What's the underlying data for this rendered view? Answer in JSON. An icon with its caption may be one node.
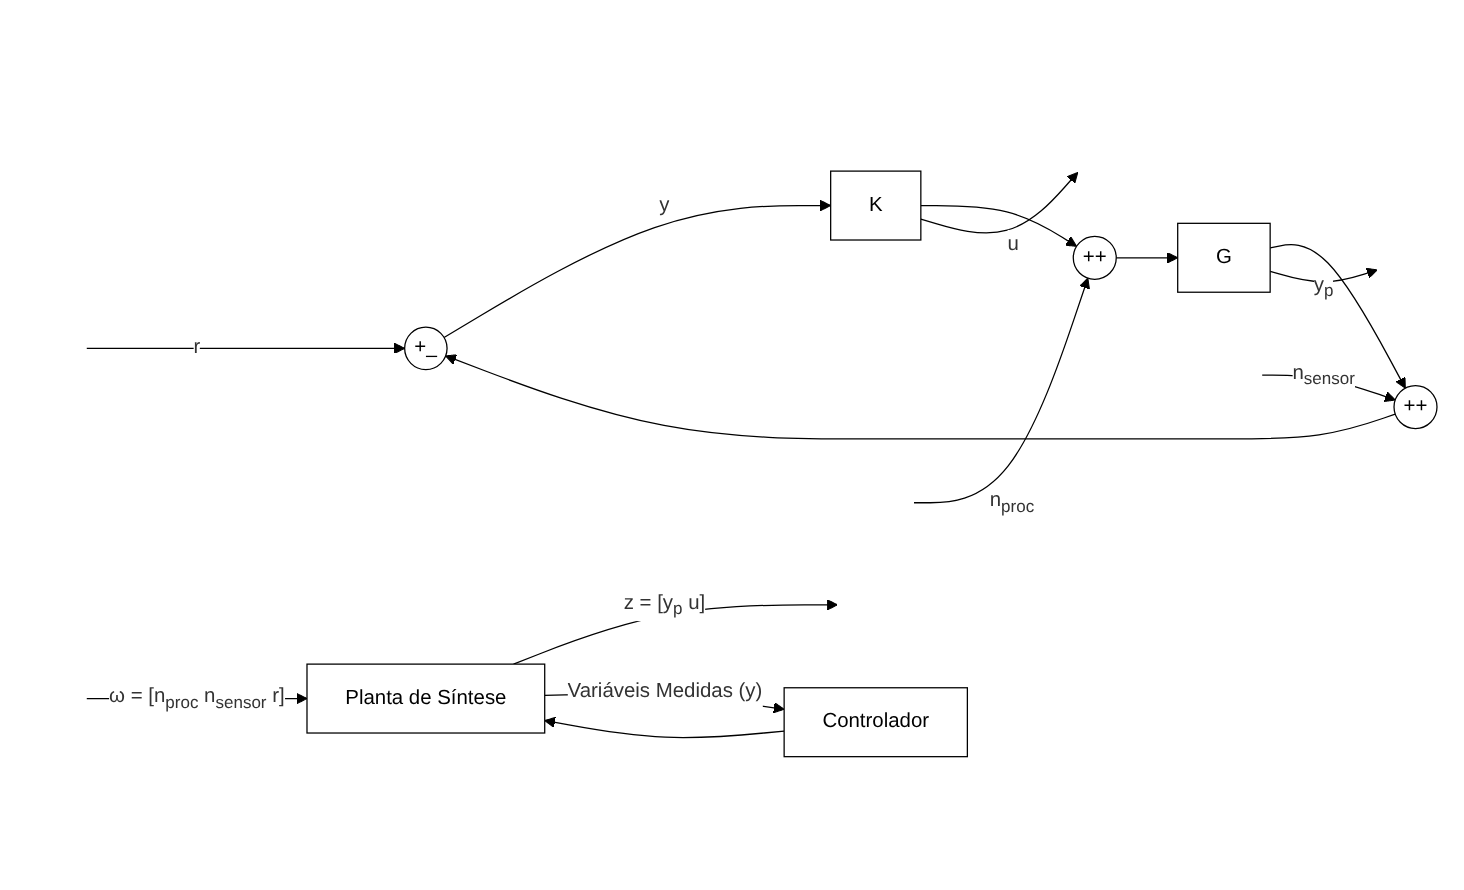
{
  "diagram": {
    "nodes": [
      {
        "text": [
          "+_"
        ]
      },
      {
        "text": [
          "K"
        ]
      },
      {
        "text": [
          "++"
        ]
      },
      {
        "text": [
          "G"
        ]
      },
      {
        "text": [
          "++"
        ]
      },
      {
        "text": [
          "Planta de Síntese"
        ]
      },
      {
        "text": [
          "Controlador"
        ]
      }
    ],
    "edges": [
      {
        "from": null,
        "to": 0,
        "arrow": "to",
        "label": "r"
      },
      {
        "from": 0,
        "to": 1,
        "arrow": "to",
        "label": "y"
      },
      {
        "from": 1,
        "to": 2,
        "arrow": "to"
      },
      {
        "from": 1,
        "to": null,
        "arrow": "to",
        "label": "u"
      },
      {
        "from": null,
        "to": 2,
        "arrow": "to",
        "label": "n$_{proc}$"
      },
      {
        "from": 2,
        "to": 3,
        "arrow": "to"
      },
      {
        "from": 3,
        "to": 4,
        "arrow": "to"
      },
      {
        "from": 3,
        "to": null,
        "arrow": "to",
        "label": "y$_{p}$"
      },
      {
        "from": null,
        "to": 4,
        "arrow": "to",
        "label": "n$_{sensor}$"
      },
      {
        "from": 4,
        "to": 0,
        "arrow": "to"
      },
      {
        "from": null,
        "to": 5,
        "arrow": "to",
        "label": "ω = [n$_{proc}$ n$_{sensor}$ r]"
      },
      {
        "from": 5,
        "to": null,
        "arrow": "to",
        "label": "z = [y$_{p}$ u]"
      },
      {
        "from": 6,
        "to": 5,
        "arrow": "to"
      },
      {
        "from": 5,
        "to": 6,
        "arrow": "to",
        "label": "Variáveis Medidas (y)"
      }
    ]
  }
}
